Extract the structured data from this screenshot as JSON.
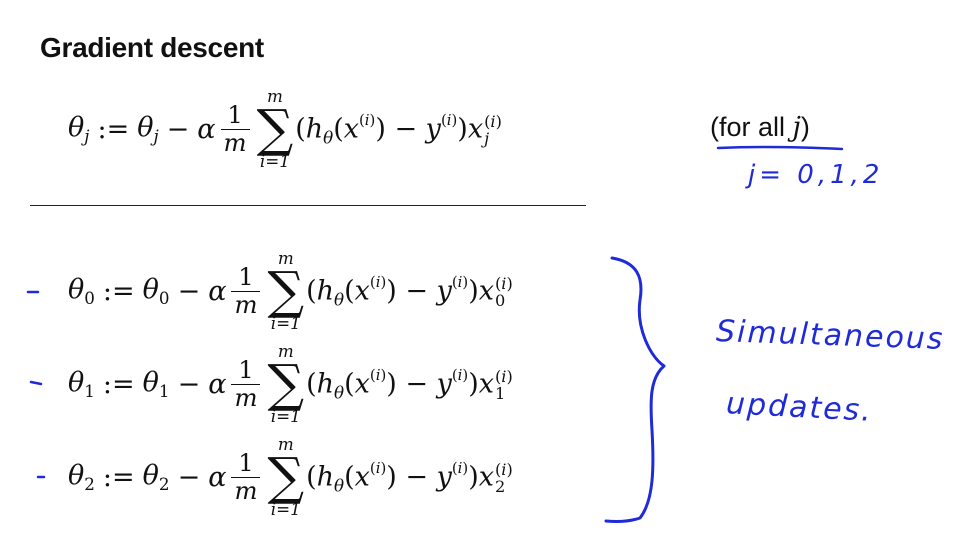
{
  "slide": {
    "title": "Gradient descent",
    "main_equation": {
      "lhs": "θ",
      "lhs_sub": "j",
      "rhs_theta_sub": "j",
      "x_sub": "j",
      "frac_num": "1",
      "frac_den": "m",
      "sum_top": "m",
      "sum_bottom": "i=1"
    },
    "for_all": {
      "prefix": "(for all ",
      "var": "j",
      "suffix": ")"
    },
    "equations": [
      {
        "index": "0"
      },
      {
        "index": "1"
      },
      {
        "index": "2"
      }
    ],
    "annotations": {
      "j_values": "j= 0,1,2",
      "simultaneous": "Simultaneous",
      "updates": "updates."
    },
    "colors": {
      "ink": "#1f2bd8",
      "text": "#111111"
    }
  }
}
